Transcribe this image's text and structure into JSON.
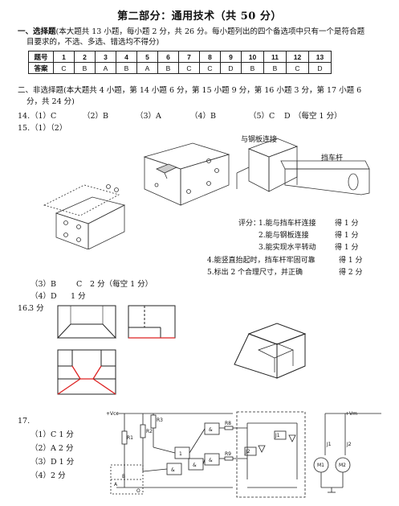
{
  "title": "第二部分：通用技术（共 50 分）",
  "section1": {
    "heading": "一、选择题",
    "desc_line1": "(本大题共 13 小题，每小题 2 分，共 26 分。每小题列出的四个备选项中只有一个是符合题",
    "desc_line2": "目要求的，不选、多选、错选均不得分)"
  },
  "answer_table": {
    "row1_label": "题号",
    "row2_label": "答案",
    "numbers": [
      "1",
      "2",
      "3",
      "4",
      "5",
      "6",
      "7",
      "8",
      "9",
      "10",
      "11",
      "12",
      "13"
    ],
    "answers": [
      "C",
      "B",
      "A",
      "B",
      "A",
      "B",
      "C",
      "C",
      "D",
      "B",
      "B",
      "C",
      "D"
    ]
  },
  "section2": {
    "heading": "二、非选择题",
    "desc_line1": "(本大题共 4 小题，第 14 小题 6 分，第 15 小题 9 分，第 16 小题 3 分，第 17 小题 6",
    "desc_line2": "分，共 24 分)"
  },
  "q14": {
    "num": "14.",
    "a1": "（1）C",
    "a2": "（2）B",
    "a3": "（3）A",
    "a4": "（4）B",
    "a5": "（5）C",
    "a6": "D",
    "note": "（每空 1 分）"
  },
  "q15": {
    "num": "15.",
    "parts": "（1）（2）",
    "label_plate": "与钢板连接",
    "label_bar": "挡车杆",
    "scoring_title": "评分：",
    "scoring": [
      "1.能与挡车杆连接",
      "2.能与钢板连接",
      "3.能实现水平转动",
      "4.能竖直抬起时，挡车杆牢固可靠",
      "5.标出 2 个合理尺寸，并正确"
    ],
    "scores": [
      "得 1 分",
      "得 1 分",
      "得 1 分",
      "得 1 分",
      "得 2 分"
    ],
    "a3": "（3）B",
    "a3b": "C",
    "a3note": "2 分（每空 1 分）",
    "a4": "（4）D",
    "a4note": "1 分"
  },
  "q16": {
    "num": "16.",
    "score": "3 分"
  },
  "q17": {
    "num": "17.",
    "answers": [
      "（1）C 1 分",
      "（2）A 2 分",
      "（3）D 1 分",
      "（4）2 分"
    ],
    "circuit_labels": {
      "vcc": "+Vcc",
      "vm": "+Vm",
      "r1": "R1",
      "r2": "R2",
      "r3": "R3",
      "r8": "R8",
      "r9": "R9",
      "j1": "J1",
      "j2": "J2",
      "m1": "M1",
      "m2": "M2",
      "and": "&",
      "one": "1",
      "a": "A",
      "b": "B",
      "o": "O"
    }
  }
}
